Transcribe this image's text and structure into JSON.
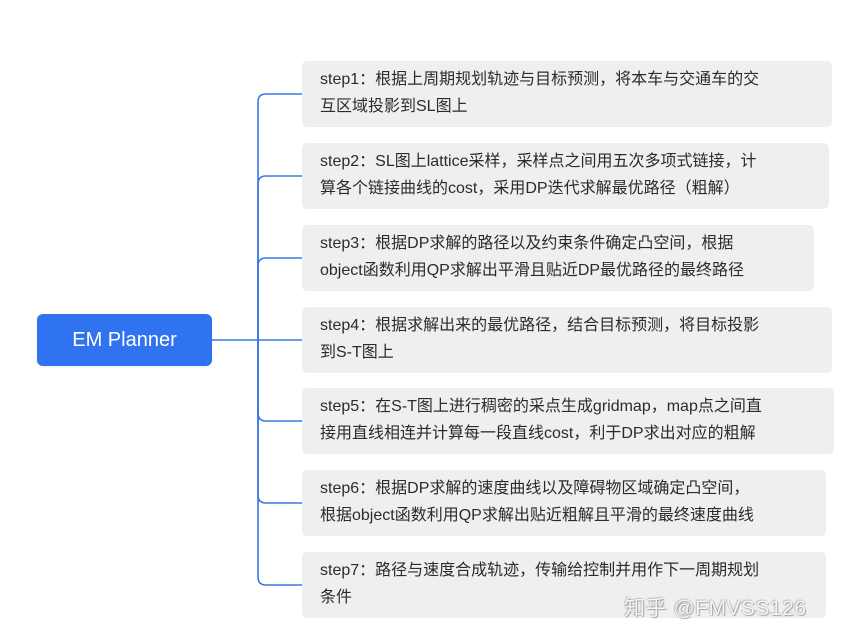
{
  "root": {
    "label": "EM Planner"
  },
  "steps": [
    {
      "lines": [
        "step1：根据上周期规划轨迹与目标预测，将本车与交通车的交",
        "互区域投影到SL图上"
      ]
    },
    {
      "lines": [
        "step2：SL图上lattice采样，采样点之间用五次多项式链接，计",
        "算各个链接曲线的cost，采用DP迭代求解最优路径（粗解）"
      ]
    },
    {
      "lines": [
        "step3：根据DP求解的路径以及约束条件确定凸空间，根据",
        "object函数利用QP求解出平滑且贴近DP最优路径的最终路径"
      ]
    },
    {
      "lines": [
        "step4：根据求解出来的最优路径，结合目标预测，将目标投影",
        "到S-T图上"
      ]
    },
    {
      "lines": [
        "step5：在S-T图上进行稠密的采点生成gridmap，map点之间直",
        "接用直线相连并计算每一段直线cost，利于DP求出对应的粗解"
      ]
    },
    {
      "lines": [
        "step6：根据DP求解的速度曲线以及障碍物区域确定凸空间，",
        "根据object函数利用QP求解出贴近粗解且平滑的最终速度曲线"
      ]
    },
    {
      "lines": [
        "step7：路径与速度合成轨迹，传输给控制并用作下一周期规划",
        "条件"
      ]
    }
  ],
  "watermark": {
    "text": "知乎 @FMVSS126"
  },
  "colors": {
    "root_fill": "#3073f0",
    "connector": "#3a78e0",
    "node_fill": "#eeeff1",
    "text": "#2b2b2b"
  }
}
